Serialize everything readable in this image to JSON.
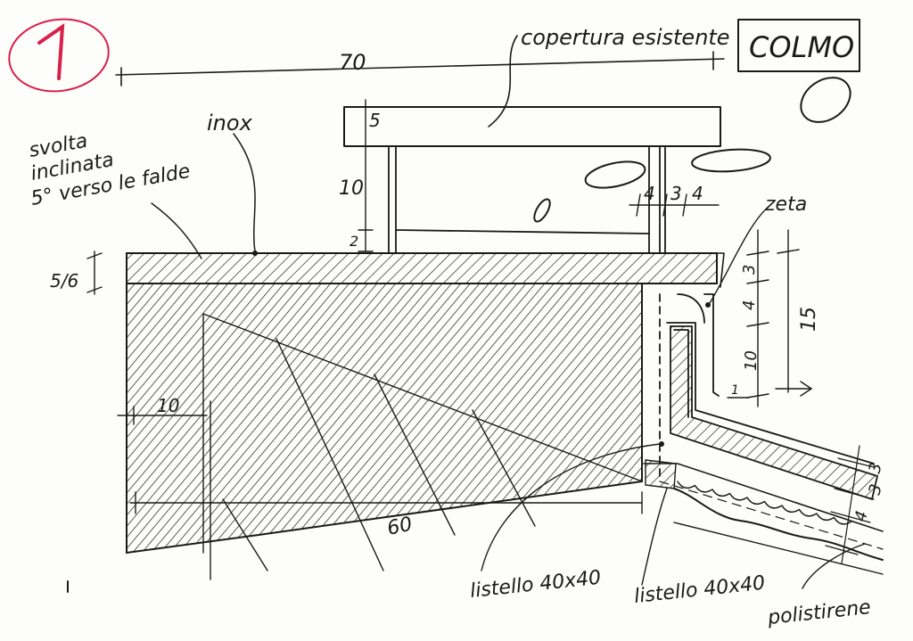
{
  "sheet": {
    "number": "1",
    "title": "COLMO"
  },
  "labels": {
    "copertura": "copertura esistente",
    "inox": "inox",
    "svolta_line1": "svolta",
    "svolta_line2": "inclinata",
    "svolta_line3": "5° verso le falde",
    "zeta": "zeta",
    "listello_1": "listello 40x40",
    "listello_2": "listello 40x40",
    "polistirene": "polistirene"
  },
  "dimensions": {
    "total_width": "70",
    "cap_thickness": "5",
    "post_height": "10",
    "base_gap": "2",
    "sheet_thickness": "5/6",
    "spacing_a": "4",
    "spacing_b": "3",
    "spacing_c": "4",
    "side_3": "3",
    "side_4": "4",
    "side_10": "10",
    "side_15": "15",
    "side_1": "1",
    "left_10": "10",
    "bottom_60": "60",
    "slope_3a": "3",
    "slope_3b": "3",
    "slope_4": "4"
  },
  "colors": {
    "ink": "#1a1a1a",
    "marker": "#d8204a",
    "paper": "#fdfdfc"
  }
}
